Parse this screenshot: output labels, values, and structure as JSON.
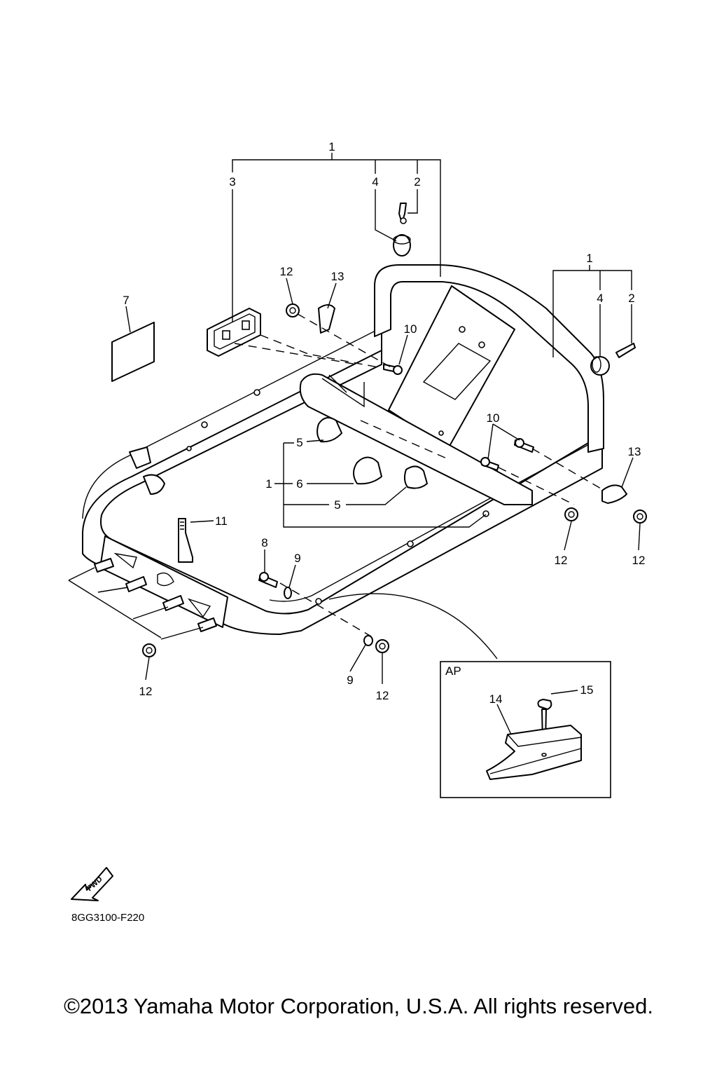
{
  "diagram": {
    "callouts": {
      "c1_top": "1",
      "c3": "3",
      "c4_top": "4",
      "c2_top": "2",
      "c12_a": "12",
      "c13_a": "13",
      "c7": "7",
      "c10_a": "10",
      "c1_right": "1",
      "c4_right": "4",
      "c2_right": "2",
      "c10_b": "10",
      "c13_b": "13",
      "c5_a": "5",
      "c1_mid": "1",
      "c6": "6",
      "c5_b": "5",
      "c11": "11",
      "c8": "8",
      "c9_a": "9",
      "c12_b": "12",
      "c12_c": "12",
      "c12_d": "12",
      "c9_b": "9",
      "c12_e": "12",
      "c15": "15",
      "c14": "14"
    },
    "inset_label": "AP",
    "fwd_label": "FWD",
    "drawing_code": "8GG3100-F220"
  },
  "footer": {
    "copyright": "©2013 Yamaha Motor Corporation, U.S.A. All rights reserved."
  }
}
